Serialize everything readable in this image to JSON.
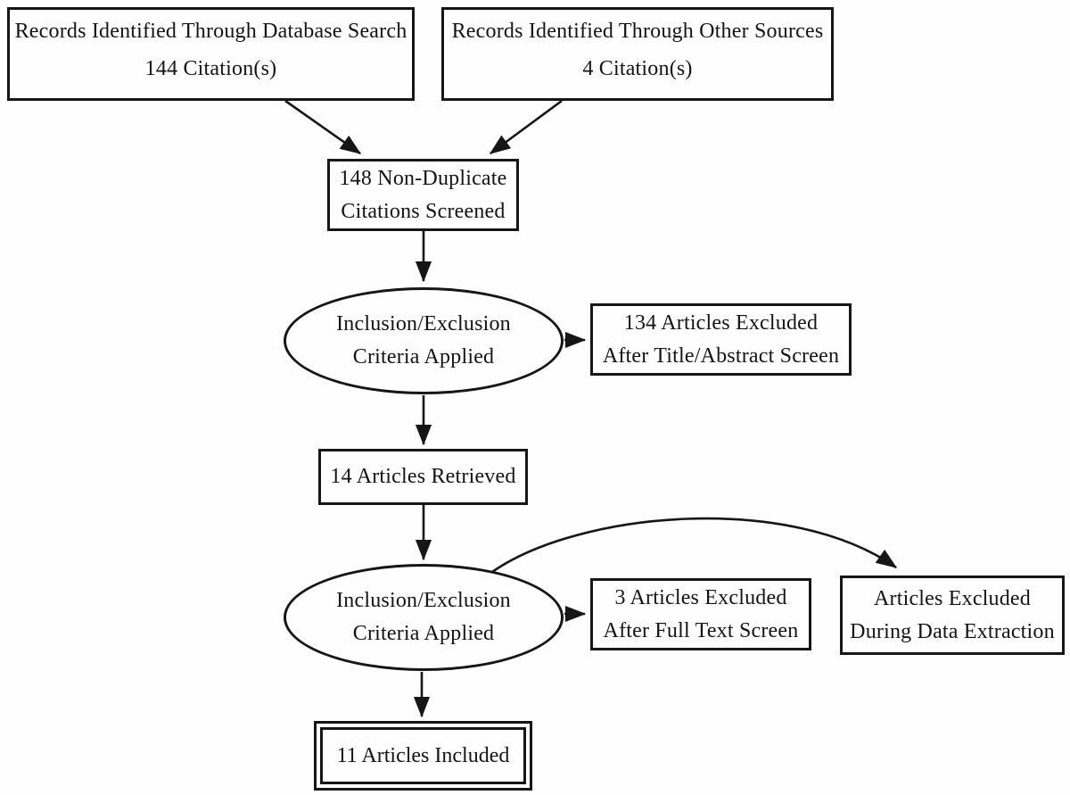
{
  "diagram": {
    "type": "flowchart",
    "colors": {
      "stroke": "#161616",
      "background": "#fefefe",
      "text": "#141414"
    },
    "nodes": {
      "db_search": {
        "line1": "Records Identified Through Database Search",
        "line2": "144 Citation(s)"
      },
      "other_sources": {
        "line1": "Records Identified Through Other Sources",
        "line2": "4 Citation(s)"
      },
      "screened": {
        "line1": "148 Non-Duplicate",
        "line2": "Citations Screened"
      },
      "criteria_1": {
        "line1": "Inclusion/Exclusion",
        "line2": "Criteria Applied"
      },
      "title_abstract_excluded": {
        "line1": "134 Articles Excluded",
        "line2": "After Title/Abstract Screen"
      },
      "retrieved": {
        "line1": "14 Articles Retrieved"
      },
      "criteria_2": {
        "line1": "Inclusion/Exclusion",
        "line2": "Criteria Applied"
      },
      "full_text_excluded": {
        "line1": "3 Articles Excluded",
        "line2": "After Full Text Screen"
      },
      "data_extraction_excluded": {
        "line1": "Articles Excluded",
        "line2": "During Data Extraction"
      },
      "included": {
        "line1": "11 Articles Included"
      }
    },
    "counts": {
      "database_citations": 144,
      "other_source_citations": 4,
      "non_duplicate_screened": 148,
      "excluded_title_abstract": 134,
      "retrieved": 14,
      "excluded_full_text": 3,
      "included": 11
    }
  }
}
